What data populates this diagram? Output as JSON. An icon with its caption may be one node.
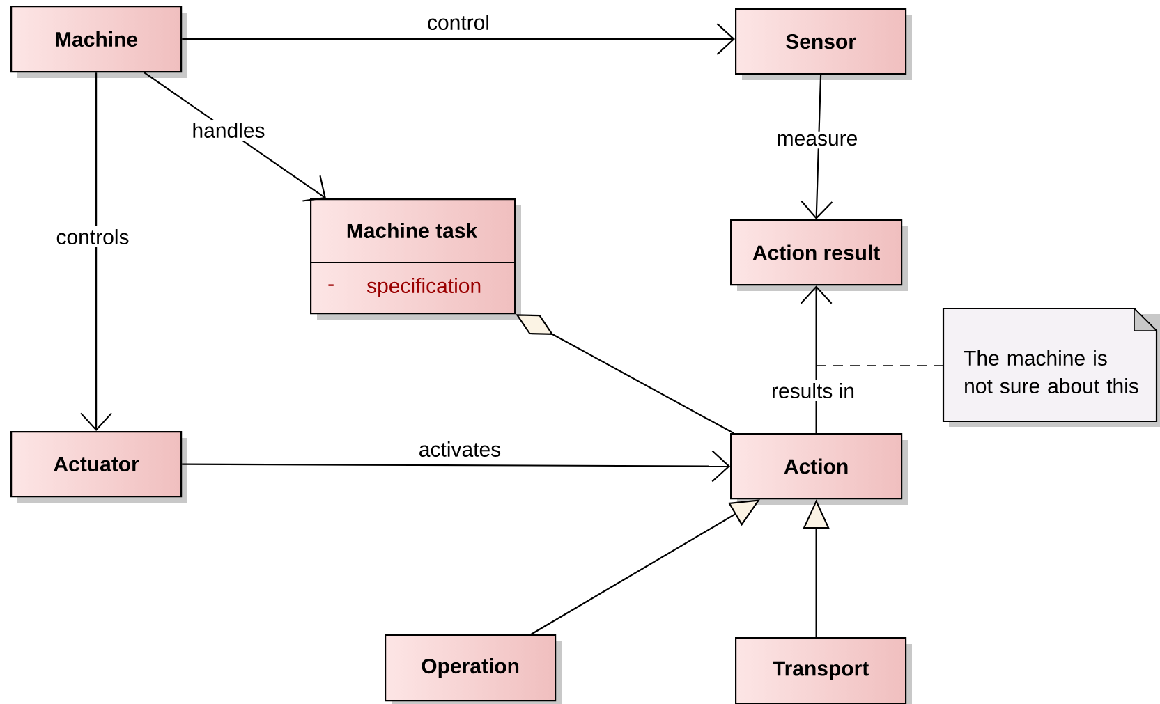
{
  "diagram": {
    "nodes": [
      {
        "text": [
          "Machine"
        ]
      },
      {
        "text": [
          "Sensor"
        ]
      },
      {
        "text": [
          "Machine task",
          "-",
          "specification"
        ]
      },
      {
        "text": [
          "Action result"
        ]
      },
      {
        "text": [
          "The machine is not sure about this"
        ]
      },
      {
        "text": [
          "Actuator"
        ]
      },
      {
        "text": [
          "Action"
        ]
      },
      {
        "text": [
          "Operation"
        ]
      },
      {
        "text": [
          "Transport"
        ]
      }
    ],
    "edges": [
      {
        "from": 0,
        "to": 1,
        "arrow": "to",
        "label": "control"
      },
      {
        "from": 0,
        "to": 2,
        "arrow": "to",
        "label": "handles"
      },
      {
        "from": 0,
        "to": 5,
        "arrow": "to",
        "label": "controls"
      },
      {
        "from": 1,
        "to": 3,
        "arrow": "to",
        "label": "measure"
      },
      {
        "from": 5,
        "to": 6,
        "arrow": "to",
        "label": "activates"
      },
      {
        "from": 6,
        "to": 3,
        "arrow": "to",
        "label": "results in"
      },
      {
        "from": 6,
        "to": 2,
        "arrow": "other"
      },
      {
        "from": 7,
        "to": 6,
        "arrow": "to"
      },
      {
        "from": 8,
        "to": 6,
        "arrow": "to"
      },
      {
        "from": 4,
        "to": null,
        "arrow": "none",
        "style": "dashed"
      }
    ]
  }
}
